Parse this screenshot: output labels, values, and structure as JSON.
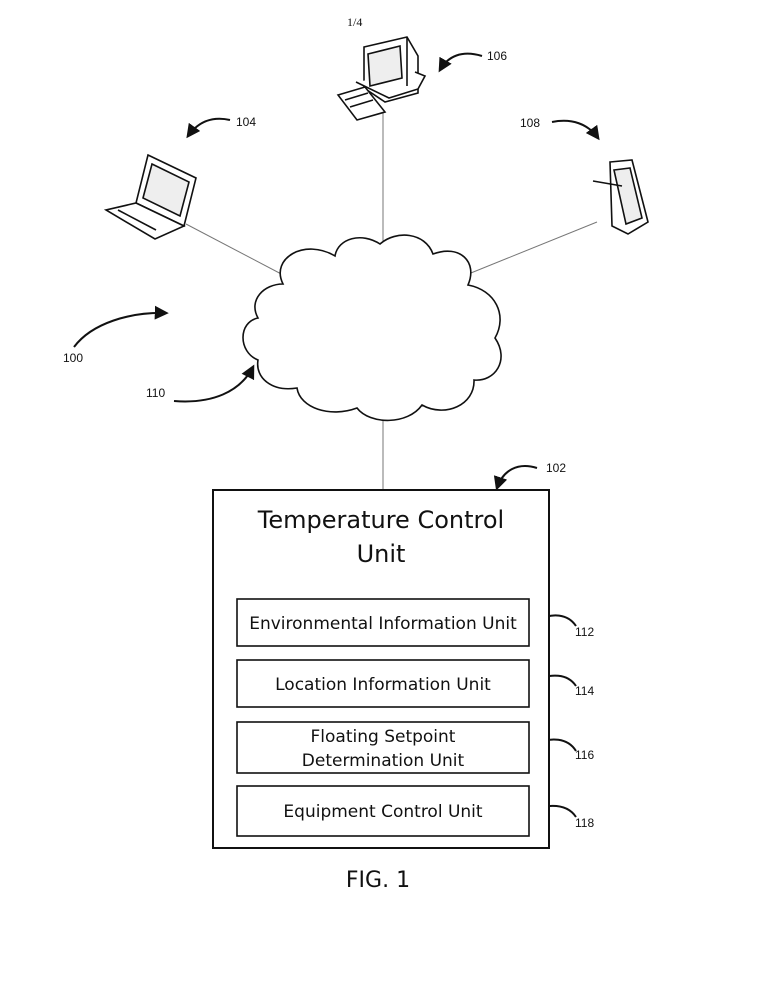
{
  "page_number": "1/4",
  "refs": {
    "system": "100",
    "tcu": "102",
    "laptop": "104",
    "desktop": "106",
    "tablet": "108",
    "network": "110",
    "env": "112",
    "location": "114",
    "floating": "116",
    "equipment": "118"
  },
  "tcu": {
    "title_line1": "Temperature Control",
    "title_line2": "Unit",
    "units": [
      {
        "lines": [
          "Environmental Information Unit"
        ]
      },
      {
        "lines": [
          "Location Information Unit"
        ]
      },
      {
        "lines": [
          "Floating Setpoint",
          "Determination Unit"
        ]
      },
      {
        "lines": [
          "Equipment Control Unit"
        ]
      }
    ]
  },
  "icons": {
    "desktop": "desktop-computer-icon",
    "laptop": "laptop-icon",
    "tablet": "tablet-icon",
    "network": "cloud-icon"
  },
  "caption": "FIG. 1"
}
